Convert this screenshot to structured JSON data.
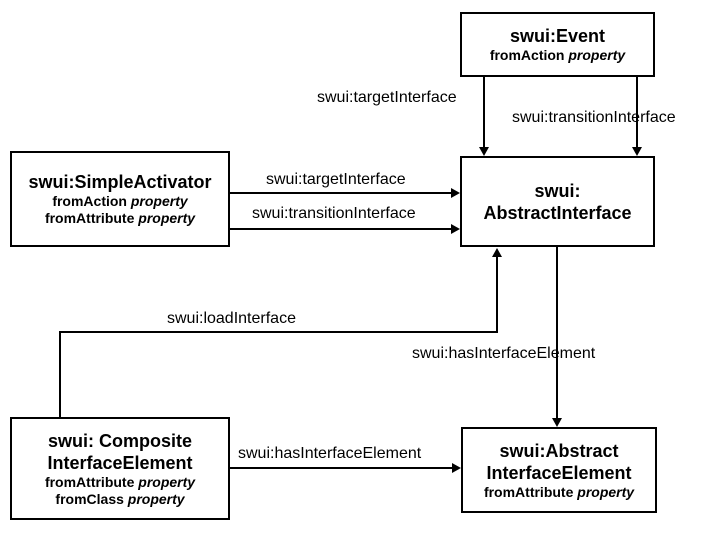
{
  "colors": {
    "background": "#ffffff",
    "line": "#000000",
    "text": "#000000"
  },
  "nodes": {
    "event": {
      "title1": "swui:Event",
      "prop1_name": "fromAction",
      "prop1_kind": "property"
    },
    "simple_activator": {
      "title1": "swui:SimpleActivator",
      "prop1_name": "fromAction",
      "prop1_kind": "property",
      "prop2_name": "fromAttribute",
      "prop2_kind": "property"
    },
    "abstract_interface": {
      "title1": "swui:",
      "title2": "AbstractInterface"
    },
    "composite_element": {
      "title1": "swui: Composite",
      "title2": "InterfaceElement",
      "prop1_name": "fromAttribute",
      "prop1_kind": "property",
      "prop2_name": "fromClass",
      "prop2_kind": "property"
    },
    "abstract_element": {
      "title1": "swui:Abstract",
      "title2": "InterfaceElement",
      "prop1_name": "fromAttribute",
      "prop1_kind": "property"
    }
  },
  "edges": {
    "event_target_label": "swui:targetInterface",
    "event_transition_label": "swui:transitionInterface",
    "activator_target_label": "swui:targetInterface",
    "activator_transition_label": "swui:transitionInterface",
    "load_interface_label": "swui:loadInterface",
    "has_element_vertical_label": "swui:hasInterfaceElement",
    "has_element_horizontal_label": "swui:hasInterfaceElement"
  }
}
